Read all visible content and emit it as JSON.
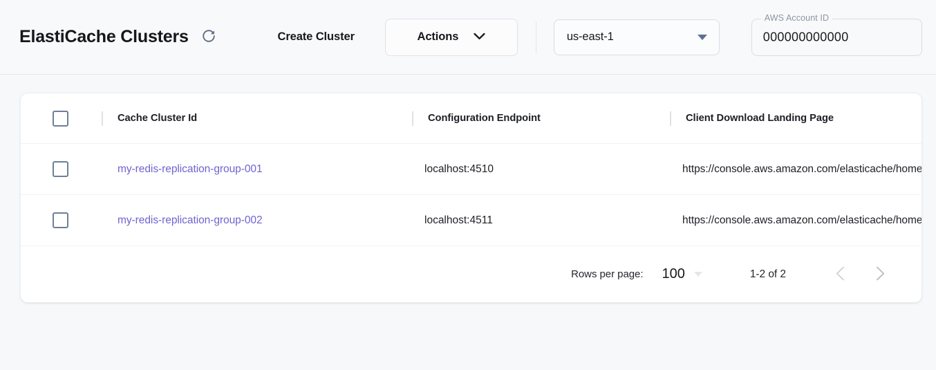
{
  "header": {
    "title": "ElastiCache Clusters",
    "refresh_icon": "refresh-icon",
    "create_cluster_label": "Create Cluster",
    "actions_label": "Actions",
    "actions_caret_icon": "chevron-down-icon",
    "region": {
      "selected": "us-east-1",
      "caret_icon": "dropdown-triangle-icon"
    },
    "account": {
      "label": "AWS Account ID",
      "value": "000000000000"
    }
  },
  "table": {
    "select_all_checkbox": "unchecked",
    "columns": [
      "Cache Cluster Id",
      "Configuration Endpoint",
      "Client Download Landing Page"
    ],
    "rows": [
      {
        "checkbox": "unchecked",
        "cache_cluster_id": "my-redis-replication-group-001",
        "configuration_endpoint": "localhost:4510",
        "client_download_landing_page": "https://console.aws.amazon.com/elasticache/home"
      },
      {
        "checkbox": "unchecked",
        "cache_cluster_id": "my-redis-replication-group-002",
        "configuration_endpoint": "localhost:4511",
        "client_download_landing_page": "https://console.aws.amazon.com/elasticache/home"
      }
    ]
  },
  "pagination": {
    "rows_per_page_label": "Rows per page:",
    "rows_per_page_value": "100",
    "range_label": "1-2 of 2",
    "prev_icon": "chevron-left-icon",
    "next_icon": "chevron-right-icon"
  },
  "colors": {
    "link": "#6f63cf",
    "page_bg": "#f7f8fa",
    "card_bg": "#ffffff",
    "checkbox_border": "#6e7f96"
  }
}
